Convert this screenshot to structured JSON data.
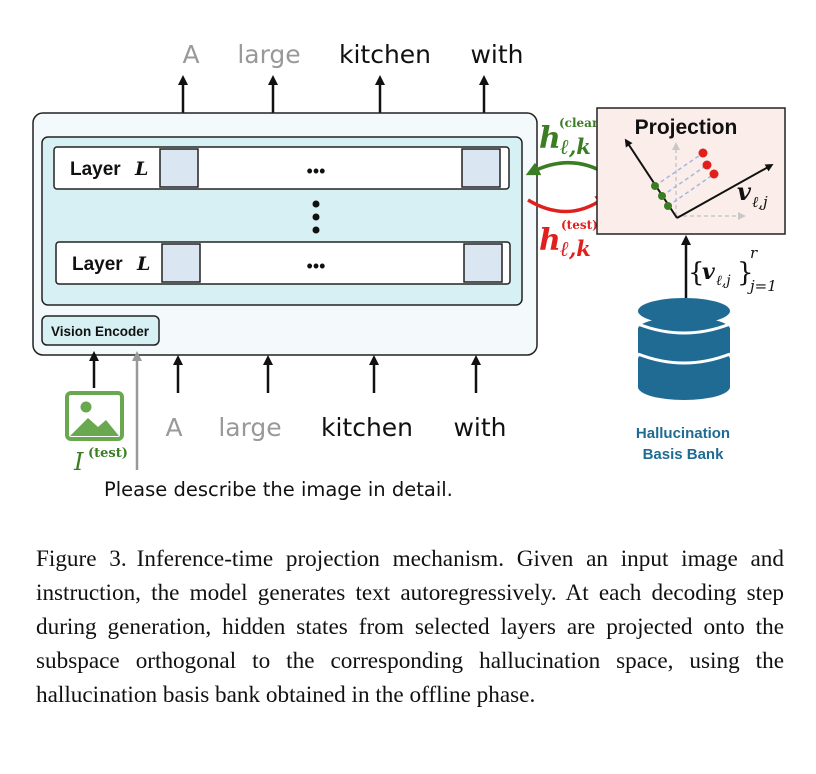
{
  "output_tokens": [
    {
      "text": "A",
      "color": "#999999"
    },
    {
      "text": "large",
      "color": "#999999"
    },
    {
      "text": "kitchen",
      "color": "#111111"
    },
    {
      "text": "with",
      "color": "#111111"
    }
  ],
  "input_tokens": [
    {
      "text": "A",
      "color": "#999999"
    },
    {
      "text": "large",
      "color": "#999999"
    },
    {
      "text": "kitchen",
      "color": "#111111"
    },
    {
      "text": "with",
      "color": "#111111"
    }
  ],
  "layers": {
    "label": "Layer",
    "symbol": "L",
    "dots": "•••",
    "vertical_dots": "⋮"
  },
  "vision_encoder": {
    "label": "Vision Encoder"
  },
  "image_input": {
    "base": "I",
    "superscript": "(test)",
    "icon": "image-icon"
  },
  "instruction": "Please describe the image in detail.",
  "projection": {
    "title": "Projection",
    "vector_base": "v",
    "vector_subscript": "ℓ,j"
  },
  "hidden_clean": {
    "base": "h",
    "superscript": "(clean)",
    "subscript": "ℓ,k",
    "color": "#3b7d23"
  },
  "hidden_test": {
    "base": "h",
    "superscript": "(test)",
    "subscript": "ℓ,k",
    "color": "#e0201d"
  },
  "basis_set": {
    "open": "{",
    "vector": "v",
    "subscript": "ℓ,j",
    "close": "}",
    "sup": "r",
    "sub": "j=1"
  },
  "bank": {
    "line1": "Hallucination",
    "line2": "Basis Bank",
    "icon": "database-icon",
    "color": "#1f6b94"
  },
  "caption": {
    "lead": "Figure 3.",
    "text": "Inference-time projection mechanism. Given an input image and instruction, the model generates text autoregressively. At each decoding step during generation, hidden states from selected layers are projected onto the subspace orthogonal to the corresponding hallucination space, using the hallucination basis bank obtained in the offline phase."
  }
}
